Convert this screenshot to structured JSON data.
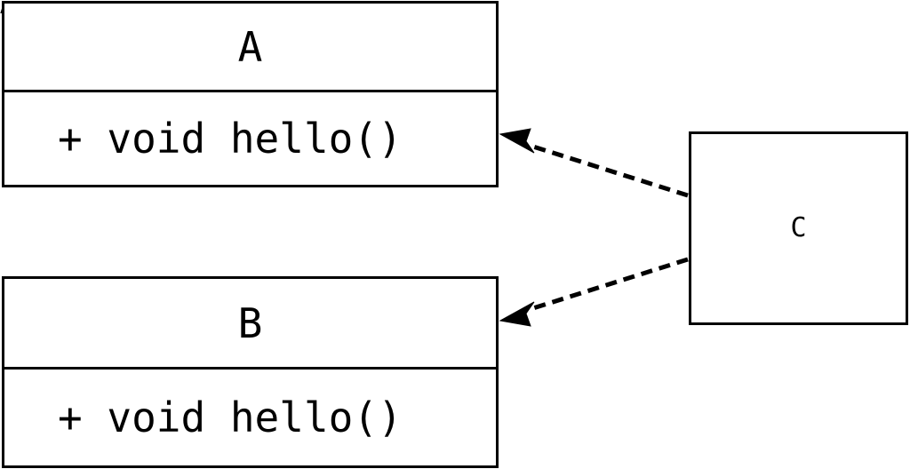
{
  "diagram": {
    "type": "uml-class-diagram",
    "background_color": "#ffffff",
    "line_color": "#000000",
    "classes": [
      {
        "id": "A",
        "name": "A",
        "members": [
          "+ void hello()"
        ],
        "compartments": 2
      },
      {
        "id": "B",
        "name": "B",
        "members": [
          "+ void hello()"
        ],
        "compartments": 2
      },
      {
        "id": "C",
        "name": "C",
        "members": [],
        "compartments": 1
      }
    ],
    "relationships": [
      {
        "id": "c-to-a",
        "source": "C",
        "target": "A",
        "style": "dashed",
        "arrowhead": "filled-triangle",
        "label": ""
      },
      {
        "id": "c-to-b",
        "source": "C",
        "target": "B",
        "style": "dashed",
        "arrowhead": "filled-triangle",
        "label": ""
      }
    ]
  }
}
